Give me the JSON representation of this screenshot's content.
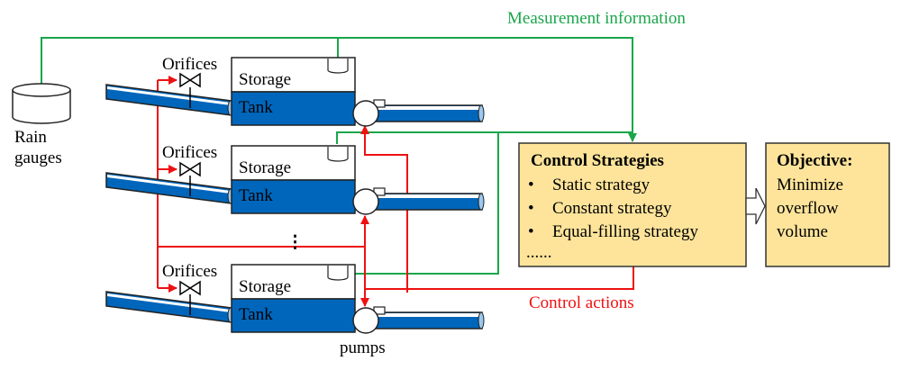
{
  "colors": {
    "water": "#0066bb",
    "measurement_line": "#1aa64a",
    "control_line": "#ee1111",
    "strategy_box_fill": "#fde49a",
    "outline": "#222222"
  },
  "labels": {
    "measurement_information": "Measurement information",
    "control_actions": "Control actions",
    "rain_gauges_line1": "Rain",
    "rain_gauges_line2": "gauges",
    "pumps": "pumps",
    "ellipsis_vertical": "⋮"
  },
  "tanks": [
    {
      "orifice_label": "Orifices",
      "storage_label": "Storage",
      "tank_label": "Tank"
    },
    {
      "orifice_label": "Orifices",
      "storage_label": "Storage",
      "tank_label": "Tank"
    },
    {
      "orifice_label": "Orifices",
      "storage_label": "Storage",
      "tank_label": "Tank"
    }
  ],
  "control_strategies": {
    "title": "Control Strategies",
    "items": [
      "Static strategy",
      "Constant strategy",
      "Equal-filling strategy"
    ],
    "more": "......",
    "bullet": "•"
  },
  "objective": {
    "title": "Objective:",
    "lines": [
      "Minimize",
      "overflow",
      "volume"
    ]
  }
}
